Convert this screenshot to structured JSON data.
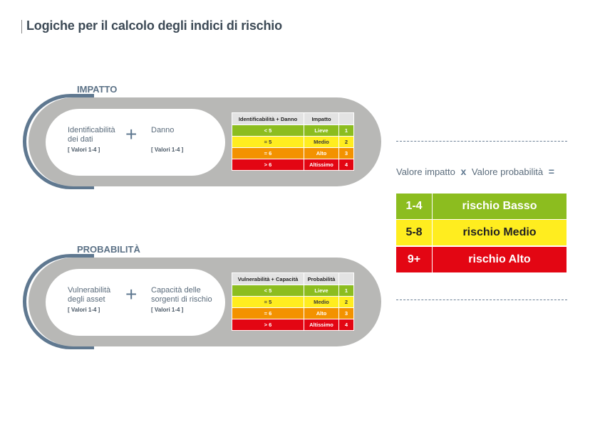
{
  "title": "Logiche per il calcolo degli indici di rischio",
  "impatto": {
    "label": "IMPATTO",
    "term1": {
      "line1": "Identificabilità",
      "line2": "dei dati",
      "values": "[ Valori 1-4 ]"
    },
    "term2": {
      "line1": "Danno",
      "line2": "",
      "values": "[ Valori 1-4 ]"
    },
    "table": {
      "headers": [
        "Identificabilità + Danno",
        "Impatto",
        ""
      ],
      "rows": [
        {
          "range": "< 5",
          "level": "Lieve",
          "score": "1"
        },
        {
          "range": "= 5",
          "level": "Medio",
          "score": "2"
        },
        {
          "range": "= 6",
          "level": "Alto",
          "score": "3"
        },
        {
          "range": "> 6",
          "level": "Altissimo",
          "score": "4"
        }
      ]
    }
  },
  "probabilita": {
    "label": "PROBABILITÀ",
    "term1": {
      "line1": "Vulnerabilità",
      "line2": "degli asset",
      "values": "[ Valori 1-4 ]"
    },
    "term2": {
      "line1": "Capacità delle",
      "line2": "sorgenti di rischio",
      "values": "[ Valori 1-4 ]"
    },
    "table": {
      "headers": [
        "Vulnerabilità + Capacità",
        "Probabilità",
        ""
      ],
      "rows": [
        {
          "range": "< 5",
          "level": "Lieve",
          "score": "1"
        },
        {
          "range": "= 5",
          "level": "Medio",
          "score": "2"
        },
        {
          "range": "= 6",
          "level": "Alto",
          "score": "3"
        },
        {
          "range": "> 6",
          "level": "Altissimo",
          "score": "4"
        }
      ]
    }
  },
  "formula": {
    "left": "Valore impatto",
    "op1": "x",
    "right": "Valore probabilità",
    "op2": "="
  },
  "risk": [
    {
      "range": "1-4",
      "label": "rischio Basso"
    },
    {
      "range": "5-8",
      "label": "rischio Medio"
    },
    {
      "range": "9+",
      "label": "rischio Alto"
    }
  ],
  "colors": {
    "green": "#8cbd1f",
    "yellow": "#ffed1f",
    "orange": "#f39200",
    "red": "#e30613",
    "accent": "#5f7890"
  }
}
